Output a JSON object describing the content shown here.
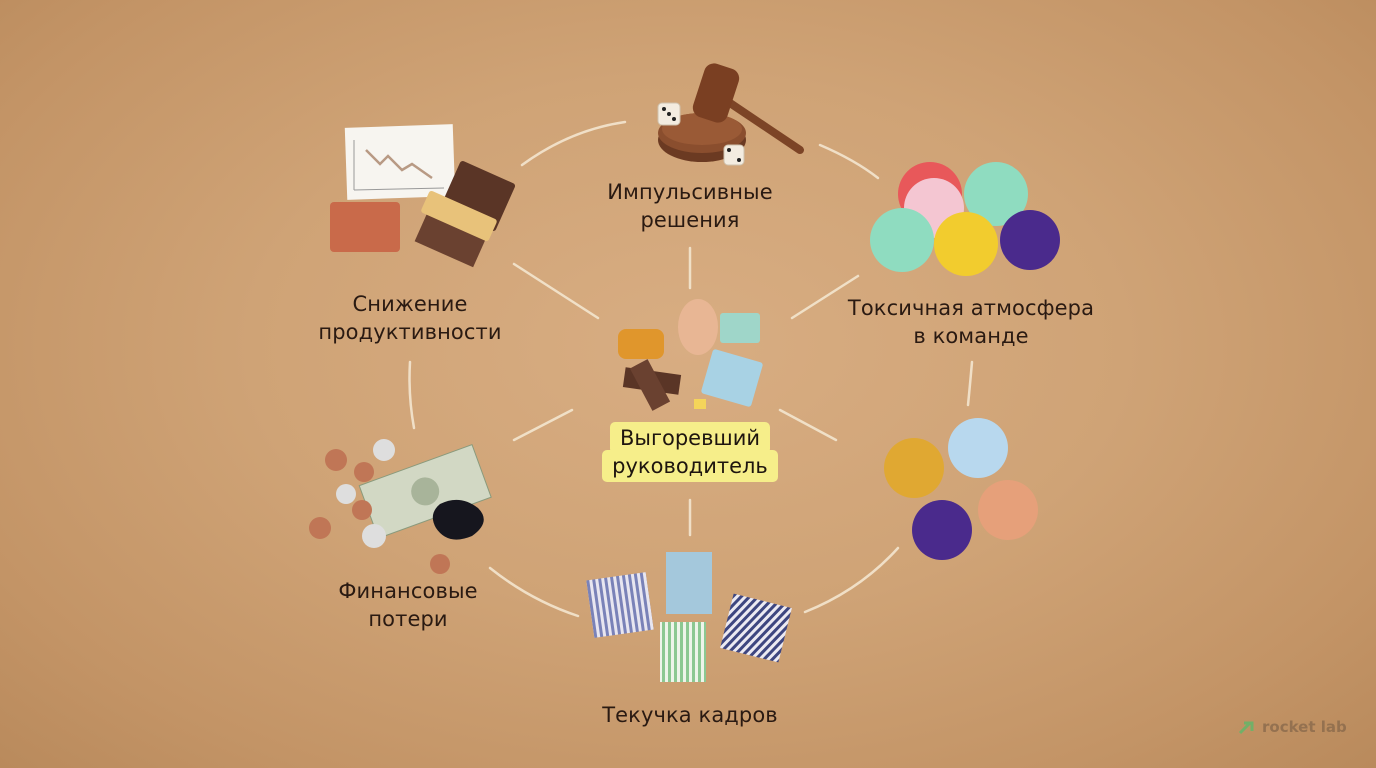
{
  "diagram": {
    "type": "cycle",
    "center": {
      "line1": "Выгоревший",
      "line2": "руководитель",
      "highlight_color": "#f6ee8a"
    },
    "nodes": [
      {
        "id": "impulsive",
        "line1": "Импульсивные",
        "line2": "решения",
        "illustration": "gavel-and-dice-icon"
      },
      {
        "id": "toxic",
        "line1": "Токсичная атмосфера",
        "line2": "в команде",
        "illustration": "cupcake-liners-icon"
      },
      {
        "id": "cupcakes-scattered",
        "line1": "",
        "line2": "",
        "illustration": "scattered-cupcake-liners-icon"
      },
      {
        "id": "turnover",
        "line1": "Текучка кадров",
        "line2": "",
        "illustration": "striped-blocks-icon"
      },
      {
        "id": "financial",
        "line1": "Финансовые",
        "line2": "потери",
        "illustration": "money-and-ink-spill-icon"
      },
      {
        "id": "productivity",
        "line1": "Снижение",
        "line2": "продуктивности",
        "illustration": "declining-chart-and-sweets-icon"
      }
    ],
    "background_color": "#cfa376",
    "connector_color": "#f3e6cf"
  },
  "branding": {
    "logo_text": "rocket lab",
    "logo_accent": "#5fb86a"
  }
}
